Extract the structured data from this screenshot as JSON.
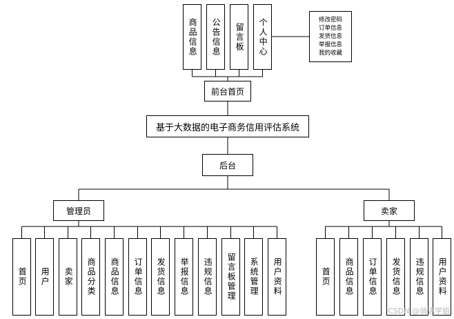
{
  "diagram": {
    "frontend_modules": [
      "商品信息",
      "公告信息",
      "留言板",
      "个人中心"
    ],
    "personal_center_items": [
      "修改密码",
      "订单信息",
      "发货信息",
      "举报信息",
      "我的收藏"
    ],
    "front_home": "前台首页",
    "system_title": "基于大数据的电子商务信用评估系统",
    "backend": "后台",
    "admin": {
      "label": "管理员",
      "modules": [
        "首页",
        "用户",
        "卖家",
        "商品分类",
        "商品信息",
        "订单信息",
        "发货信息",
        "举报信息",
        "违规信息",
        "留言板管理",
        "系统管理",
        "用户资料"
      ]
    },
    "seller": {
      "label": "卖家",
      "modules": [
        "首页",
        "商品信息",
        "订单信息",
        "发货信息",
        "违规信息",
        "用户资料"
      ]
    }
  },
  "watermark": "CSDN @俏语学姐"
}
